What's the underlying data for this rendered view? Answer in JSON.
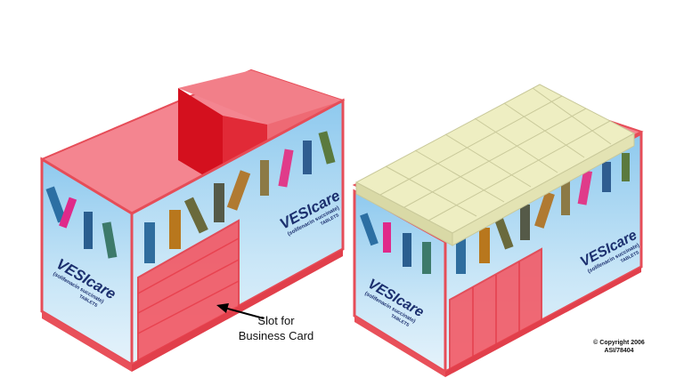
{
  "annotation": {
    "line1": "Slot for",
    "line2": "Business Card"
  },
  "copyright": {
    "line1": "© Copyright 2006",
    "line2": "ASI/78404"
  },
  "brand": {
    "name": "VESIcare",
    "tagline": "(solifenacin succinate)",
    "sub": "TABLETS"
  },
  "colors": {
    "acrylic": "#f26a74",
    "acrylic_dark": "#e03442",
    "acrylic_edge": "#e8505a",
    "sky": "#b6dcf3",
    "sticky": "#eeeec2",
    "brand_blue": "#1b2f6e"
  }
}
